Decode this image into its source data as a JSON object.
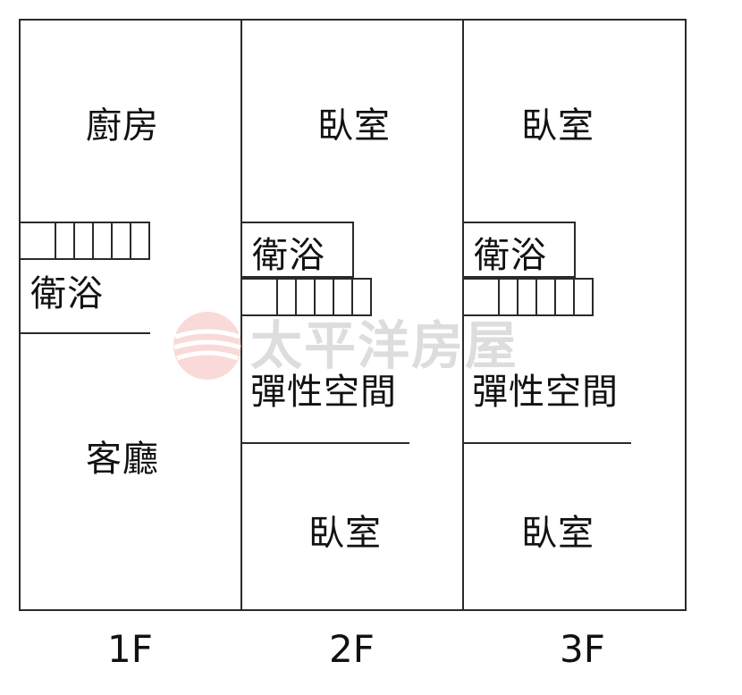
{
  "floors": [
    {
      "label": "1F",
      "rooms": {
        "kitchen": "廚房",
        "bath": "衛浴",
        "living": "客廳"
      }
    },
    {
      "label": "2F",
      "rooms": {
        "bedroom_top": "臥室",
        "bath": "衛浴",
        "flex": "彈性空間",
        "bedroom_bottom": "臥室"
      }
    },
    {
      "label": "3F",
      "rooms": {
        "bedroom_top": "臥室",
        "bath": "衛浴",
        "flex": "彈性空間",
        "bedroom_bottom": "臥室"
      }
    }
  ],
  "watermark": {
    "text": "太平洋房屋",
    "color": "#e8736b"
  }
}
